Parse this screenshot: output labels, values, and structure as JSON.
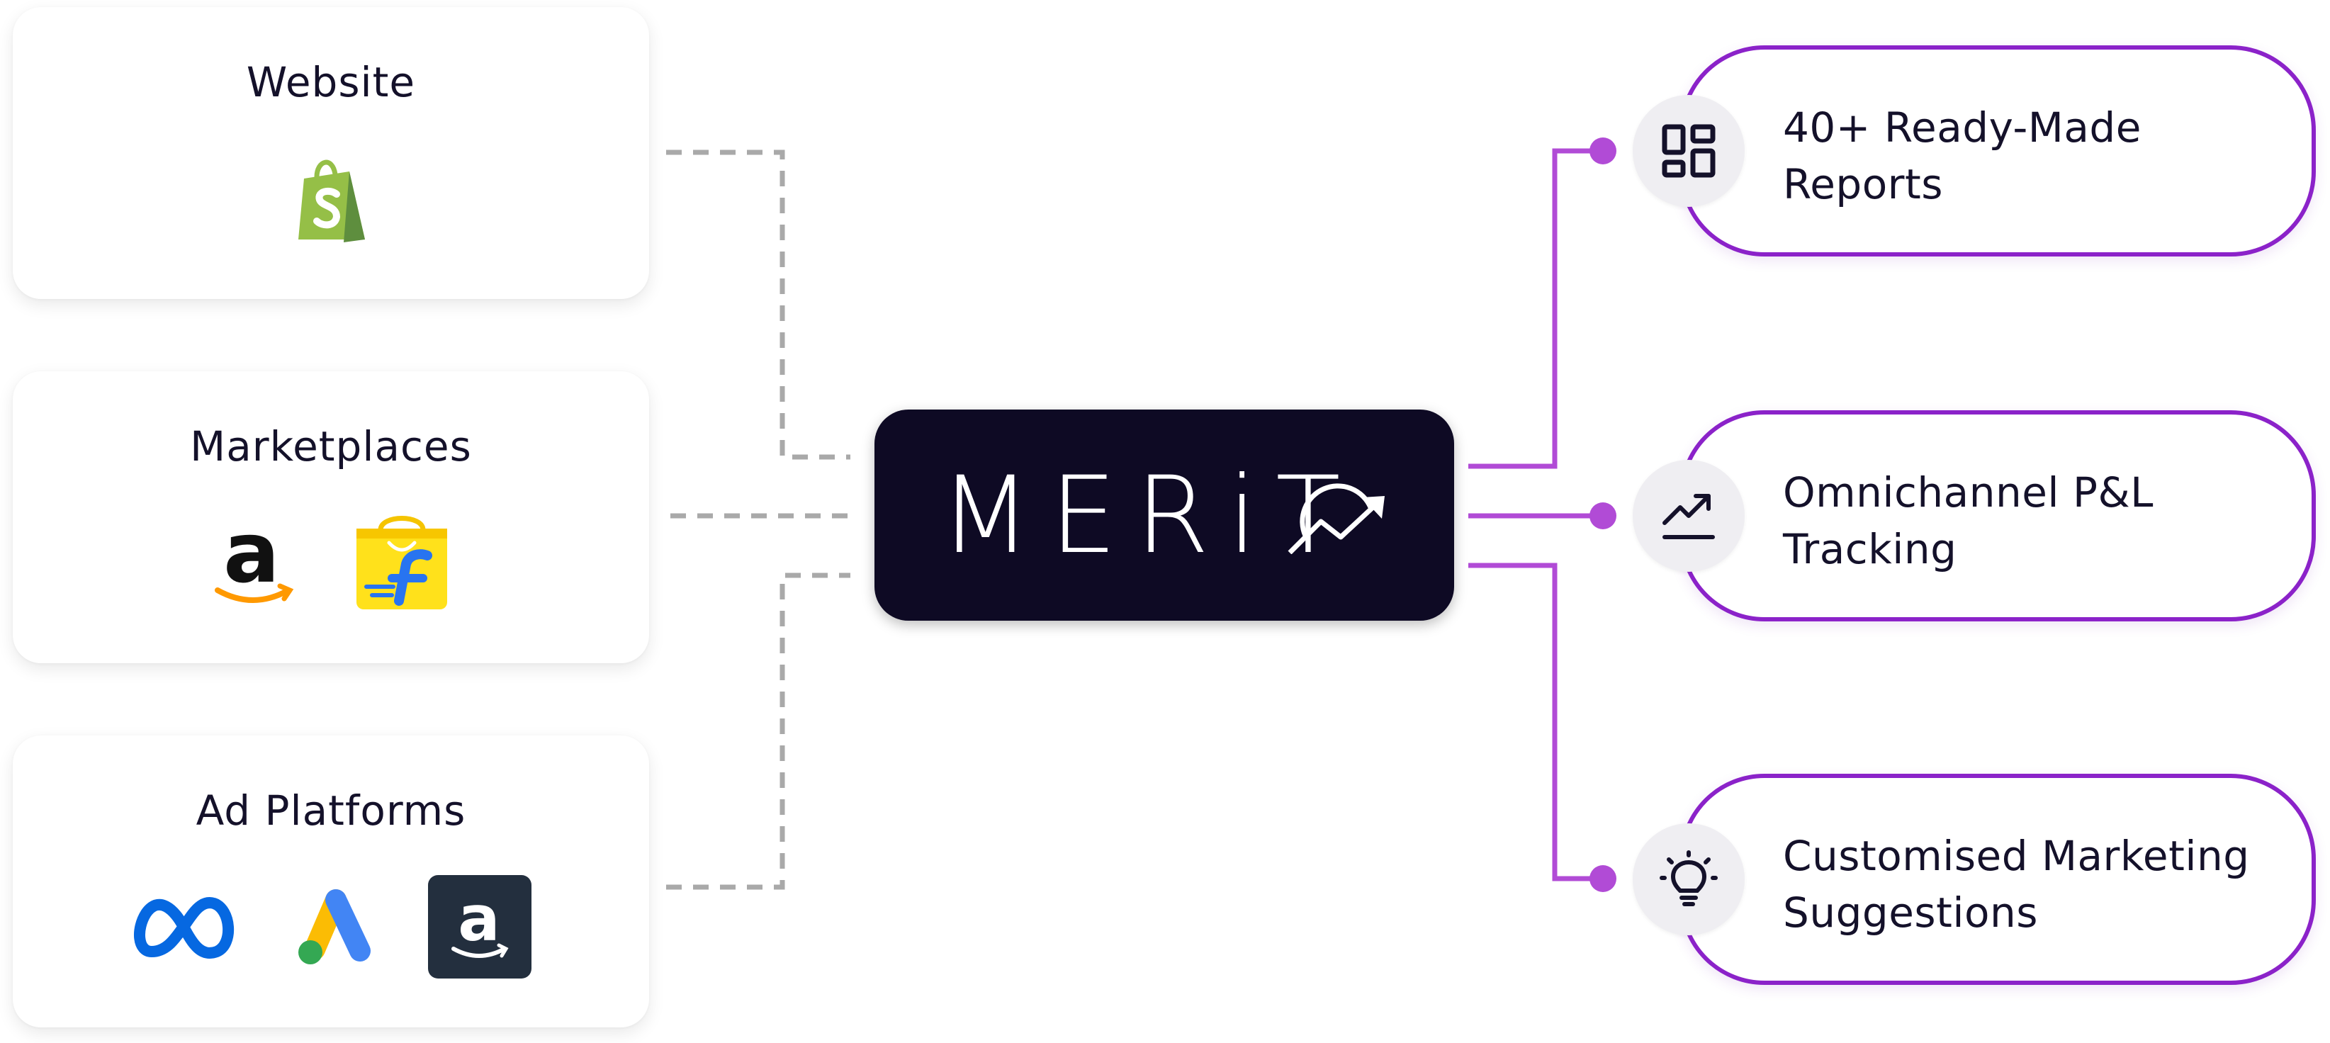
{
  "sources": [
    {
      "title": "Website",
      "logos": [
        "shopify-logo"
      ]
    },
    {
      "title": "Marketplaces",
      "logos": [
        "amazon-logo",
        "flipkart-logo"
      ]
    },
    {
      "title": "Ad Platforms",
      "logos": [
        "meta-logo",
        "google-ads-logo",
        "amazon-ads-logo"
      ]
    }
  ],
  "hub": {
    "text": "MERiT",
    "logo": "merito-logo"
  },
  "outputs": [
    {
      "line1": "40+ Ready-Made",
      "line2": "Reports",
      "icon": "dashboard-icon"
    },
    {
      "line1": "Omnichannel P&L",
      "line2": "Tracking",
      "icon": "trend-icon"
    },
    {
      "line1": "Customised Marketing",
      "line2": "Suggestions",
      "icon": "lightbulb-icon"
    }
  ],
  "colors": {
    "hub_bg": "#0e0a24",
    "accent_purple": "#8b22c9",
    "connector_purple": "#b14bd6",
    "dashed_gray": "#a9a9a9",
    "text_dark": "#14112a"
  }
}
